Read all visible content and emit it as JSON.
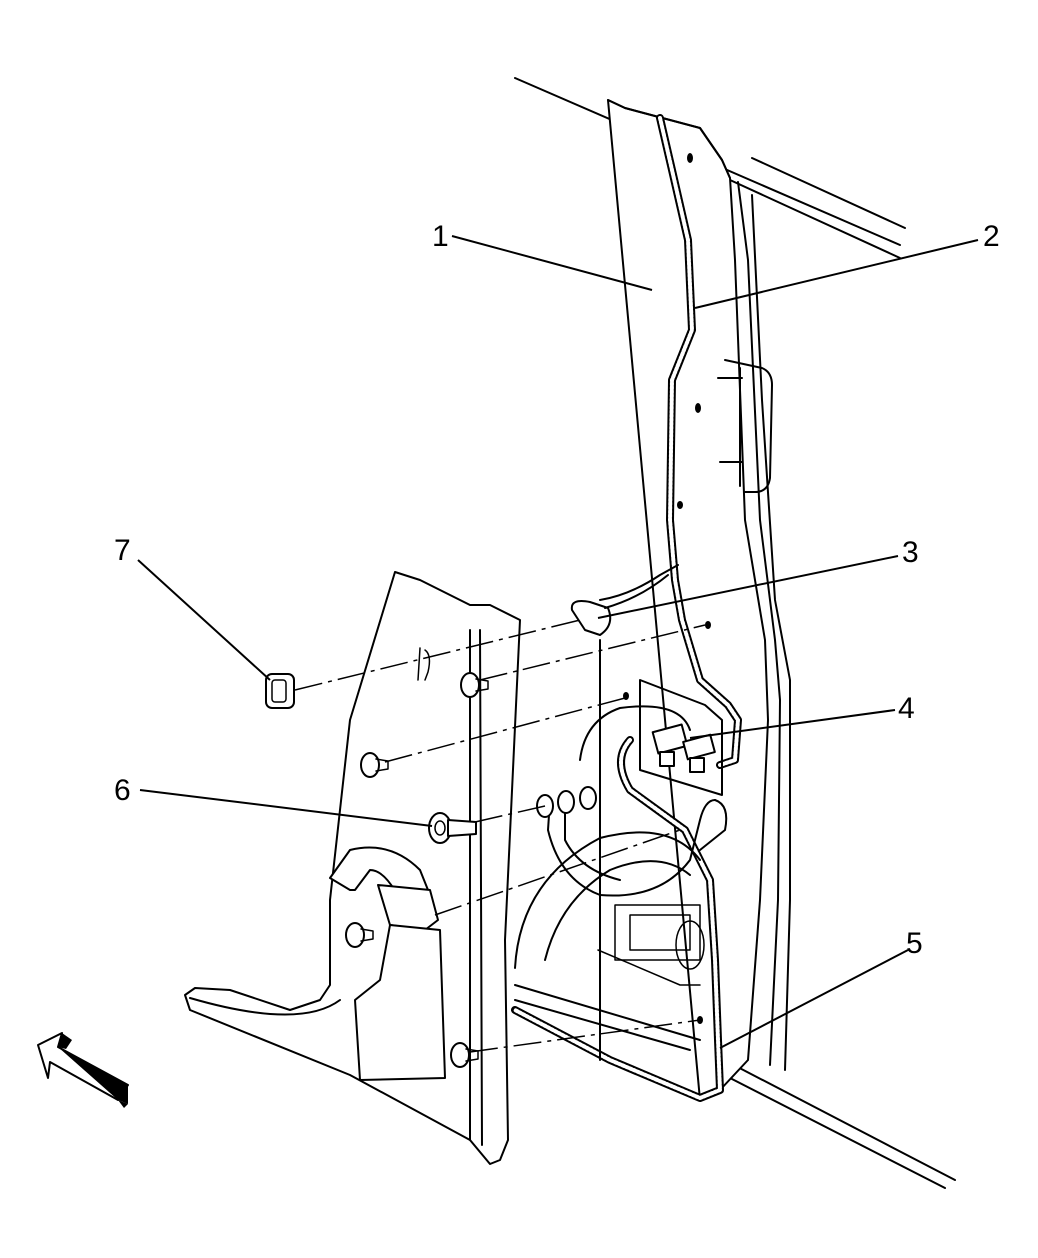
{
  "diagram": {
    "callouts": [
      {
        "id": "c1",
        "label": "1"
      },
      {
        "id": "c2",
        "label": "2"
      },
      {
        "id": "c3",
        "label": "3"
      },
      {
        "id": "c4",
        "label": "4"
      },
      {
        "id": "c5",
        "label": "5"
      },
      {
        "id": "c6",
        "label": "6"
      },
      {
        "id": "c7",
        "label": "7"
      }
    ],
    "orientation_icon": "front-direction-arrow-icon"
  }
}
